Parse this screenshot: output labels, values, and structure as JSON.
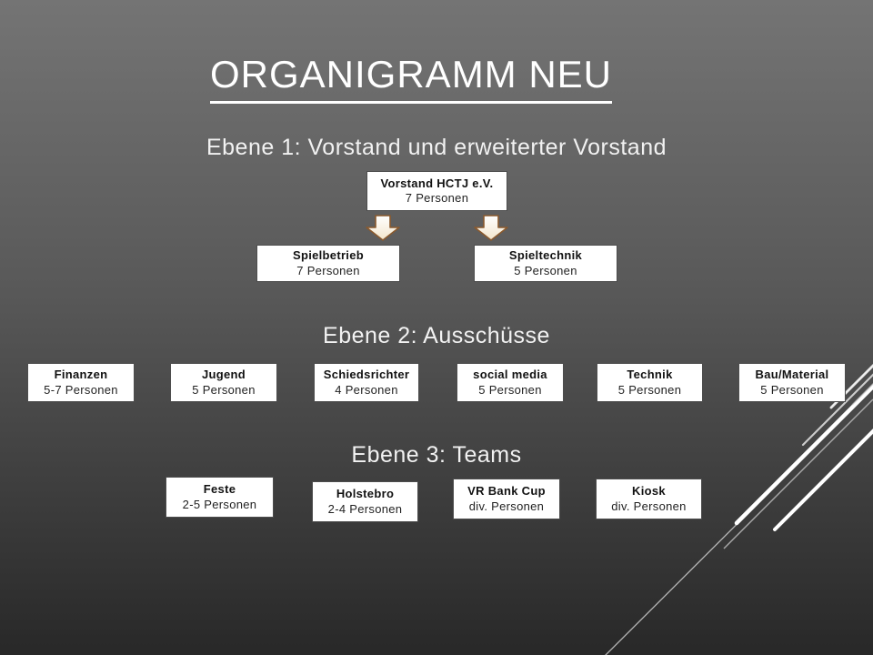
{
  "slide": {
    "title": "ORGANIGRAMM NEU",
    "levels": [
      {
        "heading": "Ebene 1: Vorstand und erweiterter Vorstand",
        "boxes": [
          {
            "name": "Vorstand HCTJ e.V.",
            "staff": "7 Personen"
          },
          {
            "name": "Spielbetrieb",
            "staff": "7 Personen"
          },
          {
            "name": "Spieltechnik",
            "staff": "5 Personen"
          }
        ]
      },
      {
        "heading": "Ebene 2: Ausschüsse",
        "boxes": [
          {
            "name": "Finanzen",
            "staff": "5-7 Personen"
          },
          {
            "name": "Jugend",
            "staff": "5 Personen"
          },
          {
            "name": "Schiedsrichter",
            "staff": "4 Personen"
          },
          {
            "name": "social media",
            "staff": "5 Personen"
          },
          {
            "name": "Technik",
            "staff": "5 Personen"
          },
          {
            "name": "Bau/Material",
            "staff": "5 Personen"
          }
        ]
      },
      {
        "heading": "Ebene 3: Teams",
        "boxes": [
          {
            "name": "Feste",
            "staff": "2-5 Personen"
          },
          {
            "name": "Holstebro",
            "staff": "2-4 Personen"
          },
          {
            "name": "VR Bank Cup",
            "staff": "div. Personen"
          },
          {
            "name": "Kiosk",
            "staff": "div. Personen"
          }
        ]
      }
    ],
    "colors": {
      "background_top": "#717171",
      "background_bottom": "#262626",
      "box_background": "#ffffff",
      "box_border": "#4d4d4d",
      "box_text": "#111111",
      "heading_text": "#f2f2f2",
      "title_text": "#ffffff",
      "arrow_fill": "#fdf7ea",
      "arrow_outline": "#8a5a2e",
      "decoration_line": "#ffffff"
    }
  }
}
